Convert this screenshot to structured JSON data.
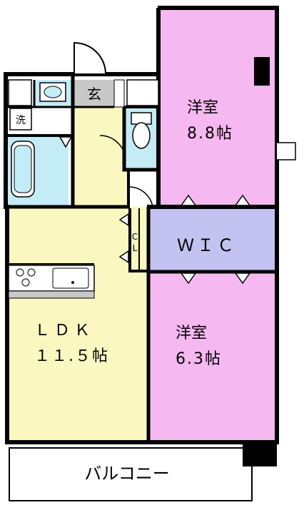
{
  "rooms": {
    "western_large": {
      "name": "洋室",
      "size": "8.8帖",
      "color": "#f6b8f0"
    },
    "western_small": {
      "name": "洋室",
      "size": "6.3帖",
      "color": "#f6b8f0"
    },
    "ldk": {
      "name": "ＬＤＫ",
      "size": "１１.５帖",
      "color": "#fbf7c0"
    },
    "wic": {
      "name": "ＷＩＣ",
      "color": "#c2c3f0"
    },
    "closet": {
      "name": "Ｃ Ｌ"
    },
    "entrance": {
      "name": "玄",
      "color": "#c8c8c8"
    },
    "laundry": {
      "name": "洗"
    },
    "balcony": {
      "name": "バルコニー"
    }
  },
  "colors": {
    "wall": "#000000",
    "water": "#c4ecf6",
    "hall": "#fbf7c0",
    "background": "#ffffff"
  }
}
